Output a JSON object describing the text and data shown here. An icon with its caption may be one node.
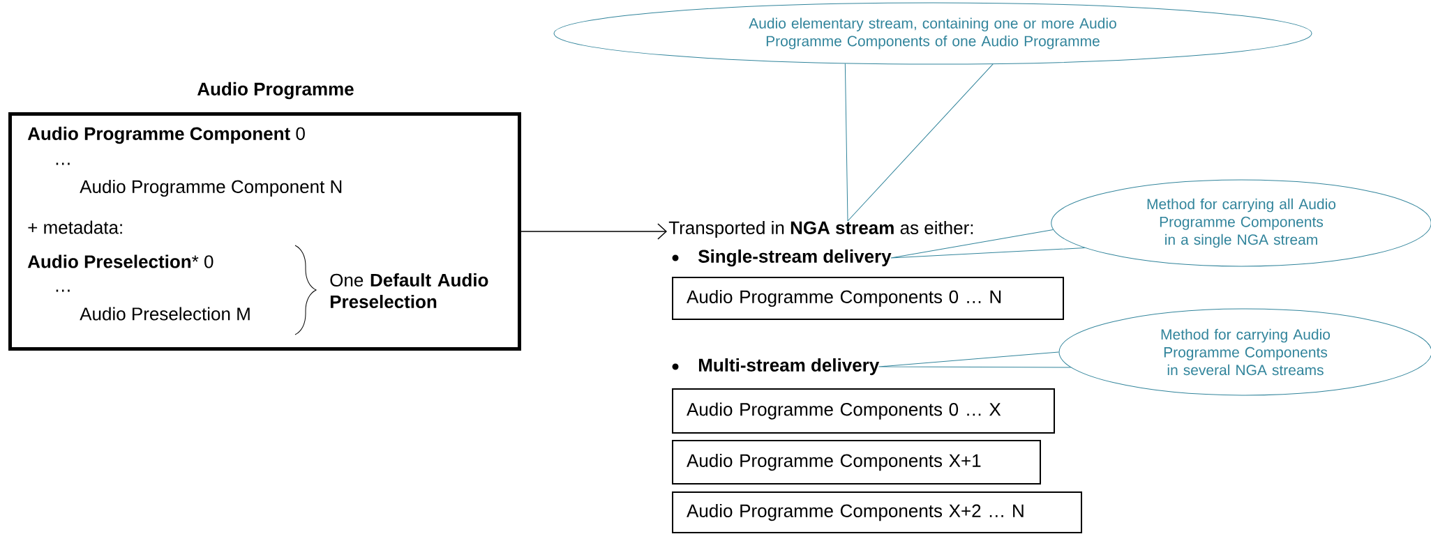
{
  "diagram": {
    "nodes": [
      {
        "text": [
          "Audio Programme",
          "**Audio Programme Component** 0",
          "…",
          "Audio Programme Component N",
          "+ metadata:",
          "**Audio Preselection*** 0",
          "…",
          "Audio Preselection M",
          "One **Default Audio Preselection**"
        ]
      },
      {
        "text": [
          "Transported in **NGA stream** as either:"
        ]
      },
      {
        "text": [
          "Single-stream delivery"
        ]
      },
      {
        "text": [
          "Audio Programme Components 0 … N"
        ]
      },
      {
        "text": [
          "Multi-stream delivery"
        ]
      },
      {
        "text": [
          "Audio Programme Components 0 … X"
        ]
      },
      {
        "text": [
          "Audio Programme Components X+1"
        ]
      },
      {
        "text": [
          "Audio Programme Components X+2 … N"
        ]
      },
      {
        "text": [
          "Audio elementary stream, containing one or more Audio Programme Components of one Audio Programme"
        ]
      },
      {
        "text": [
          "Method for carrying all Audio Programme Components in a single NGA stream"
        ]
      },
      {
        "text": [
          "Method for carrying Audio Programme Components in several NGA streams"
        ]
      }
    ],
    "edges": [
      {
        "from": 0,
        "to": 1,
        "arrow": "to",
        "color": "#000000"
      },
      {
        "from": 8,
        "to": 1,
        "arrow": "none"
      },
      {
        "from": 9,
        "to": 2,
        "arrow": "none"
      },
      {
        "from": 10,
        "to": 4,
        "arrow": "none"
      }
    ]
  }
}
